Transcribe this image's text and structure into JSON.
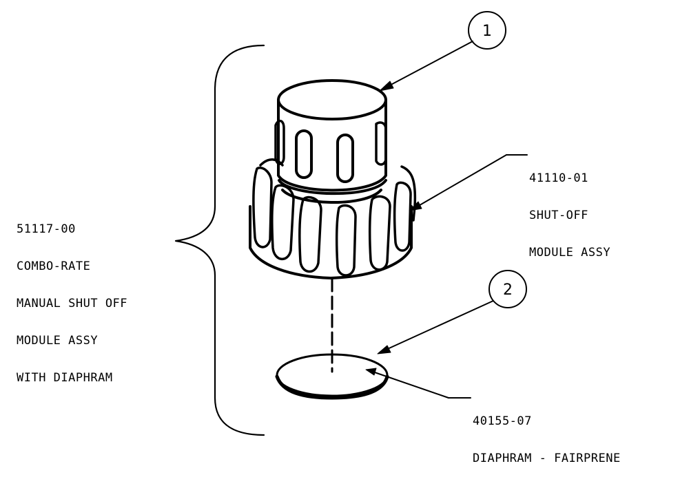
{
  "assembly": {
    "part_number": "51117-00",
    "lines": [
      "COMBO-RATE",
      "MANUAL SHUT OFF",
      "MODULE ASSY",
      "WITH DIAPHRAM"
    ]
  },
  "callouts": [
    {
      "balloon": "1",
      "part_number": "41110-01",
      "lines": [
        "SHUT-OFF",
        "MODULE ASSY"
      ]
    },
    {
      "balloon": "2",
      "part_number": "40155-07",
      "lines": [
        "DIAPHRAM - FAIRPRENE"
      ]
    }
  ]
}
